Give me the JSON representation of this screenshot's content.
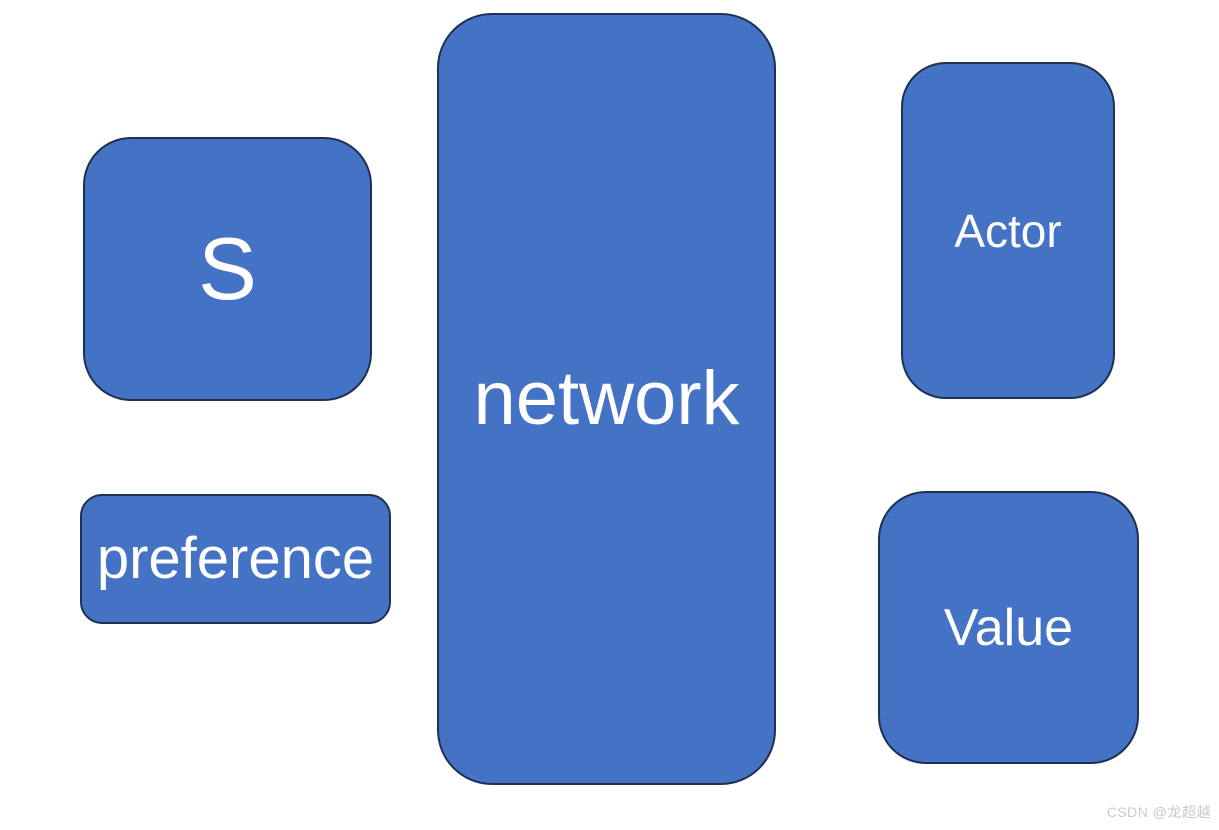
{
  "page": {
    "background": "#ffffff"
  },
  "diagram": {
    "node_fill": "#4472c4",
    "node_border": "#203050",
    "node_text_color": "#ffffff",
    "nodes": [
      {
        "id": "s",
        "label": "S"
      },
      {
        "id": "preference",
        "label": "preference"
      },
      {
        "id": "network",
        "label": "network"
      },
      {
        "id": "actor",
        "label": "Actor"
      },
      {
        "id": "value",
        "label": "Value"
      }
    ]
  },
  "watermark": {
    "text": "CSDN @龙超越",
    "color": "#c9c9c9"
  }
}
